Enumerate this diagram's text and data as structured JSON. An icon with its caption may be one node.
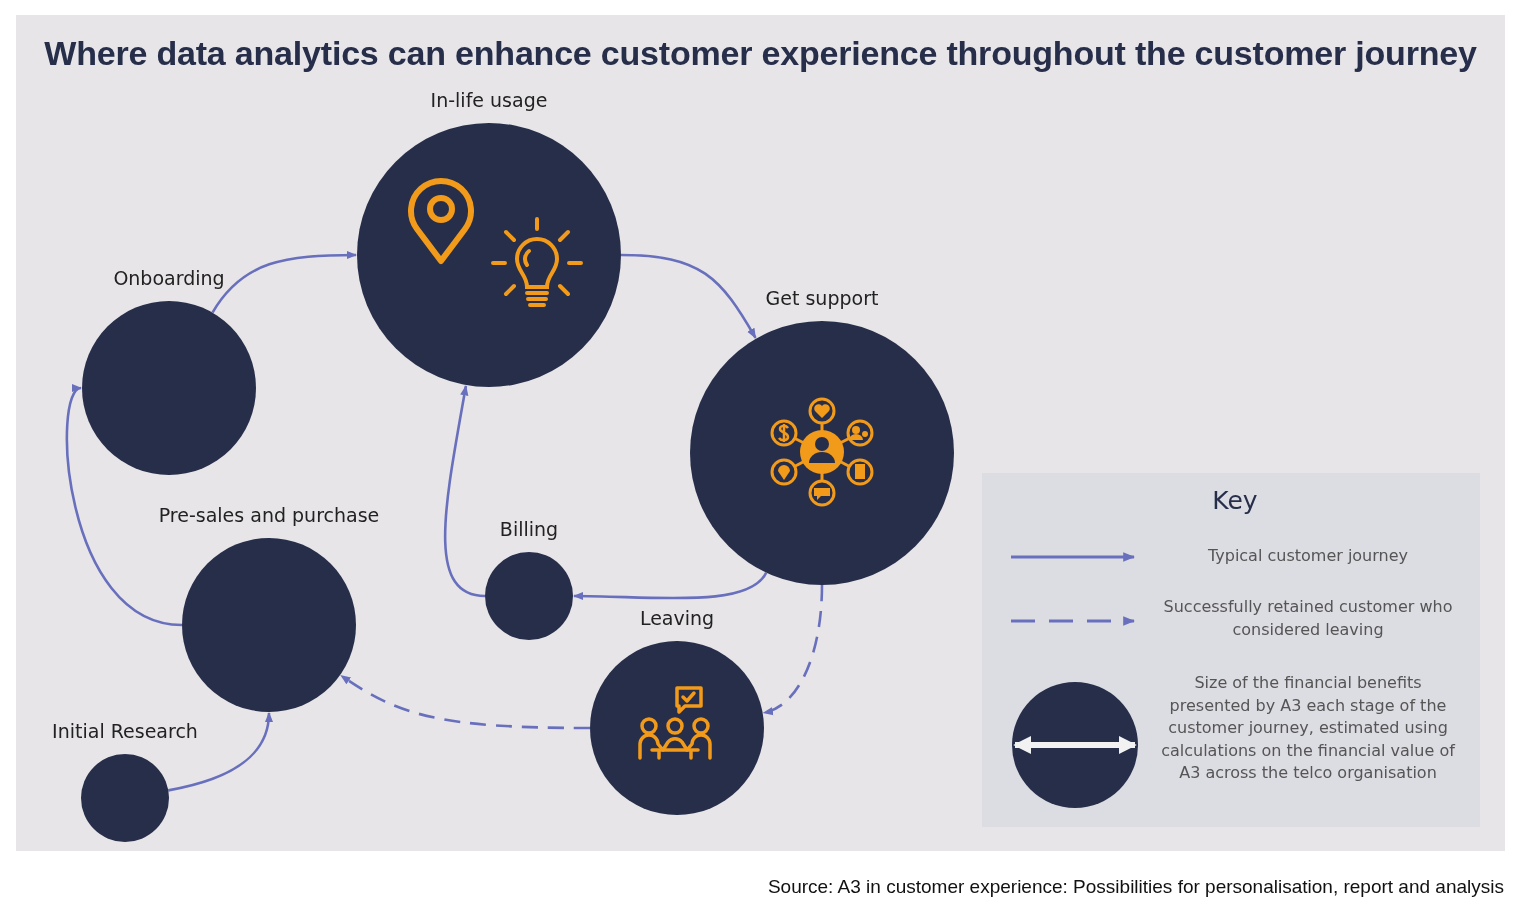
{
  "diagram": {
    "title": "Where data analytics can enhance customer experience throughout the customer journey",
    "caption": "Source: A3 in customer experience: Possibilities for personalisation, report and analysis",
    "nodes": [
      {
        "text": [
          "In-life usage"
        ]
      },
      {
        "text": [
          "Onboarding"
        ]
      },
      {
        "text": [
          "Get support"
        ]
      },
      {
        "text": [
          "Pre-sales and purchase"
        ]
      },
      {
        "text": [
          "Billing"
        ]
      },
      {
        "text": [
          "Leaving"
        ]
      },
      {
        "text": [
          "Initial Research"
        ]
      }
    ],
    "edges": [
      {
        "from": 6,
        "to": 3,
        "arrow": "to"
      },
      {
        "from": 3,
        "to": 1,
        "arrow": "to"
      },
      {
        "from": 1,
        "to": 0,
        "arrow": "to"
      },
      {
        "from": 0,
        "to": 2,
        "arrow": "to"
      },
      {
        "from": 2,
        "to": 4,
        "arrow": "to"
      },
      {
        "from": 4,
        "to": 0,
        "arrow": "to"
      },
      {
        "from": 2,
        "to": 5,
        "arrow": "to",
        "style": "dashed"
      },
      {
        "from": 5,
        "to": 3,
        "arrow": "to",
        "style": "dashed"
      }
    ],
    "labels": [
      "Key"
    ],
    "legend": [
      {
        "text": "Typical customer journey"
      },
      {
        "text": "Successfully retained customer who considered leaving"
      },
      {
        "text": "Size of the financial benefits presented by A3 each stage of the customer journey, estimated using calculations on the financial value of A3 across the telco organisation"
      }
    ]
  }
}
